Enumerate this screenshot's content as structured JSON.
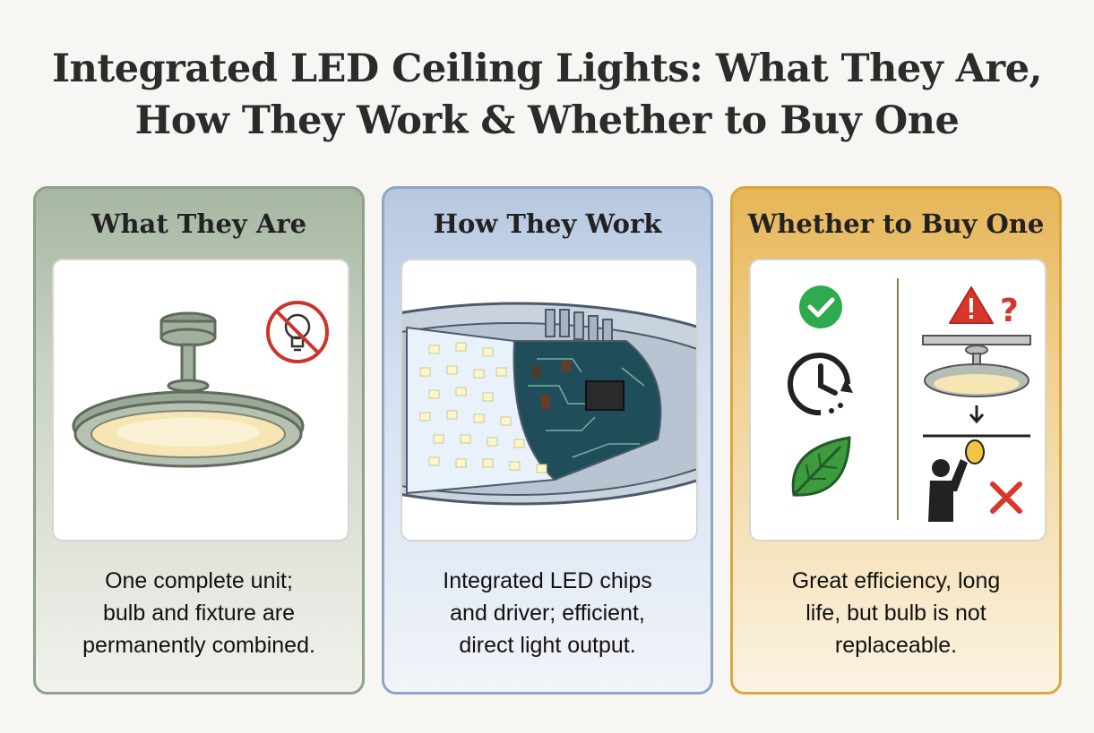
{
  "title": {
    "line1": "Integrated LED Ceiling Lights: What They Are,",
    "line2": "How They Work & Whether to Buy One"
  },
  "panels": [
    {
      "heading": "What They Are",
      "caption": [
        "One complete unit;",
        "bulb and fixture are",
        "permanently combined."
      ],
      "accent": "#a7b6a2",
      "icons": [
        "ceiling-light-icon",
        "no-bulb-icon"
      ]
    },
    {
      "heading": "How They Work",
      "caption": [
        "Integrated LED chips",
        "and driver; efficient,",
        "direct light output."
      ],
      "accent": "#b6c8e0",
      "icons": [
        "led-chips-cutaway-icon",
        "circuit-board-icon"
      ]
    },
    {
      "heading": "Whether to Buy One",
      "caption": [
        "Great efficiency, long",
        "life, but bulb is not",
        "replaceable."
      ],
      "accent": "#e6b658",
      "icons": [
        "checkmark-icon",
        "clock-icon",
        "leaf-icon",
        "warning-icon",
        "question-mark-icon",
        "person-replacing-bulb-icon",
        "x-mark-icon"
      ]
    }
  ],
  "colors": {
    "check_green": "#2faa4e",
    "warning_red": "#d9362b",
    "leaf_green": "#3d9a3f"
  }
}
